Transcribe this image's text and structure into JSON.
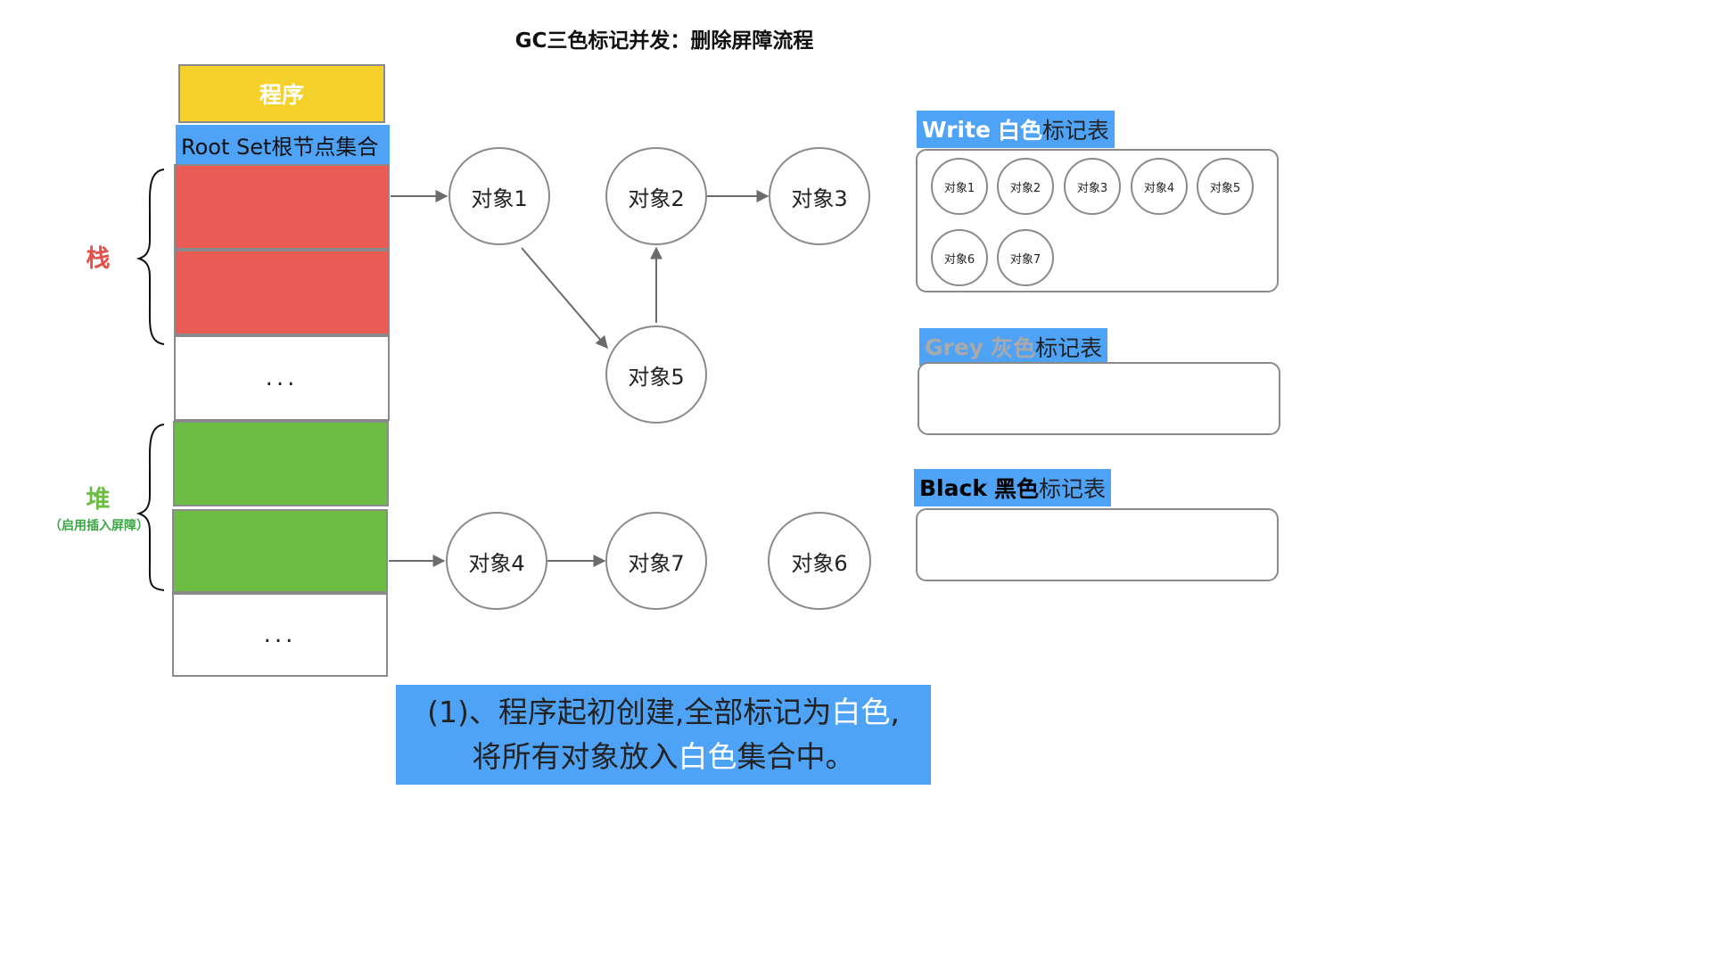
{
  "title": "GC三色标记并发：删除屏障流程",
  "program_label": "程序",
  "root_set_label": "Root Set根节点集合",
  "stack_label": "栈",
  "heap_label": "堆",
  "heap_note": "（启用插入屏障）",
  "ellipsis": "...",
  "nodes": {
    "obj1": "对象1",
    "obj2": "对象2",
    "obj3": "对象3",
    "obj4": "对象4",
    "obj5": "对象5",
    "obj6": "对象6",
    "obj7": "对象7"
  },
  "edges": [
    [
      "stack-slot-1",
      "obj1"
    ],
    [
      "obj1",
      "obj5"
    ],
    [
      "obj5",
      "obj2"
    ],
    [
      "obj2",
      "obj3"
    ],
    [
      "heap-slot-2",
      "obj4"
    ],
    [
      "obj4",
      "obj7"
    ]
  ],
  "panels": {
    "white": {
      "title_en": "Write",
      "title_color_cn": "白色",
      "title_suffix": "标记表",
      "items": [
        "对象1",
        "对象2",
        "对象3",
        "对象4",
        "对象5",
        "对象6",
        "对象7"
      ]
    },
    "grey": {
      "title_en": "Grey",
      "title_color_cn": "灰色",
      "title_suffix": "标记表",
      "items": []
    },
    "black": {
      "title_en": "Black",
      "title_color_cn": "黑色",
      "title_suffix": "标记表",
      "items": []
    }
  },
  "caption": {
    "line1_a": "(1)、程序起初创建,全部标记为",
    "line1_hl": "白色",
    "line1_b": ",",
    "line2_a": "将所有对象放入",
    "line2_hl": "白色",
    "line2_b": "集合中。"
  },
  "colors": {
    "program": "#f5d22b",
    "root_set": "#4fa3f7",
    "stack": "#ea5b55",
    "heap": "#6dbd45",
    "grey_text": "#a9a9a9"
  }
}
